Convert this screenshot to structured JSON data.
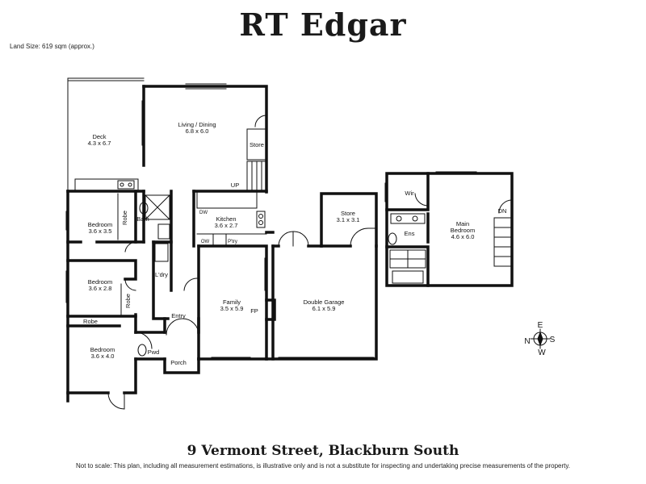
{
  "brand": "RT Edgar",
  "land_size": "Land Size: 619 sqm (approx.)",
  "address": "9 Vermont Street, Blackburn South",
  "disclaimer": "Not to scale: This plan, including all measurement estimations, is illustrative only and is not a substitute for inspecting and  undertaking precise measurements of the property.",
  "rooms": {
    "deck": {
      "name": "Deck",
      "size": "4.3 x 6.7"
    },
    "living_dining": {
      "name": "Living / Dining",
      "size": "6.8 x 6.0"
    },
    "store_living": {
      "name": "Store"
    },
    "up": {
      "name": "UP"
    },
    "bedroom_1": {
      "name": "Bedroom",
      "size": "3.6 x 3.5"
    },
    "robe_1": {
      "name": "Robe"
    },
    "bath": {
      "name": "Bath"
    },
    "kitchen": {
      "name": "Kitchen",
      "size": "3.6 x 2.7"
    },
    "dw": {
      "name": "DW"
    },
    "ow": {
      "name": "OW"
    },
    "ptry": {
      "name": "P'try"
    },
    "ldry": {
      "name": "L'dry"
    },
    "bedroom_2": {
      "name": "Bedroom",
      "size": "3.6 x 2.8"
    },
    "robe_2": {
      "name": "Robe"
    },
    "family": {
      "name": "Family",
      "size": "3.5 x 5.9"
    },
    "fp": {
      "name": "FP"
    },
    "entry": {
      "name": "Entry"
    },
    "robe_3": {
      "name": "Robe"
    },
    "bedroom_3": {
      "name": "Bedroom",
      "size": "3.6 x 4.0"
    },
    "pwd": {
      "name": "Pwd"
    },
    "porch": {
      "name": "Porch"
    },
    "store_garage": {
      "name": "Store",
      "size": "3.1 x 3.1"
    },
    "garage": {
      "name": "Double Garage",
      "size": "6.1 x 5.9"
    },
    "wir": {
      "name": "Wir"
    },
    "ens": {
      "name": "Ens"
    },
    "main_bedroom": {
      "name": "Main Bedroom",
      "size": "4.6 x 6.0"
    },
    "dn": {
      "name": "DN"
    }
  },
  "compass": {
    "n": "N",
    "e": "E",
    "s": "S",
    "w": "W"
  }
}
